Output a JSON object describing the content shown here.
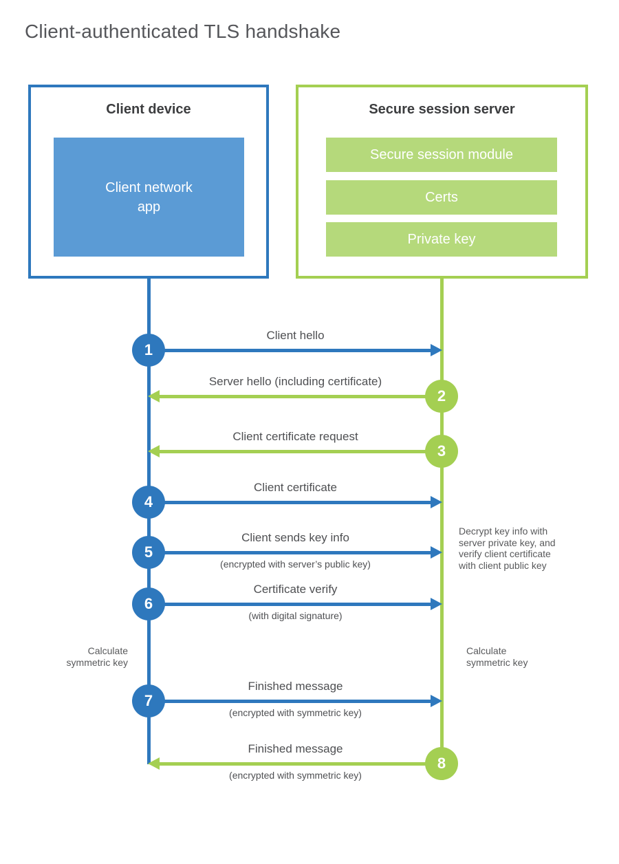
{
  "title": "Client-authenticated TLS handshake",
  "client": {
    "title": "Client device",
    "app_label": "Client network\napp"
  },
  "server": {
    "title": "Secure session server",
    "modules": [
      "Secure session module",
      "Certs",
      "Private key"
    ]
  },
  "messages": [
    {
      "step": "1",
      "from": "client",
      "to": "server",
      "label": "Client hello",
      "sublabel": ""
    },
    {
      "step": "2",
      "from": "server",
      "to": "client",
      "label": "Server hello (including certificate)",
      "sublabel": ""
    },
    {
      "step": "3",
      "from": "server",
      "to": "client",
      "label": "Client certificate request",
      "sublabel": ""
    },
    {
      "step": "4",
      "from": "client",
      "to": "server",
      "label": "Client certificate",
      "sublabel": ""
    },
    {
      "step": "5",
      "from": "client",
      "to": "server",
      "label": "Client sends key info",
      "sublabel": "(encrypted with server’s public key)"
    },
    {
      "step": "6",
      "from": "client",
      "to": "server",
      "label": "Certificate verify",
      "sublabel": "(with digital signature)"
    },
    {
      "step": "7",
      "from": "client",
      "to": "server",
      "label": "Finished message",
      "sublabel": "(encrypted with symmetric key)"
    },
    {
      "step": "8",
      "from": "server",
      "to": "client",
      "label": "Finished message",
      "sublabel": "(encrypted with symmetric key)"
    }
  ],
  "annotations": {
    "server_note": "Decrypt key info with\nserver private key, and\nverify client certificate\nwith client public key",
    "client_calc": "Calculate\nsymmetric key",
    "server_calc": "Calculate\nsymmetric key"
  },
  "colors": {
    "blue_strong": "#2e78bd",
    "blue_fill": "#5b9bd5",
    "green_strong": "#a4cf52",
    "green_fill": "#b5d97b",
    "label_text": "#4e4f52",
    "heading_text": "#3c3d3f",
    "title_text": "#55565a"
  }
}
